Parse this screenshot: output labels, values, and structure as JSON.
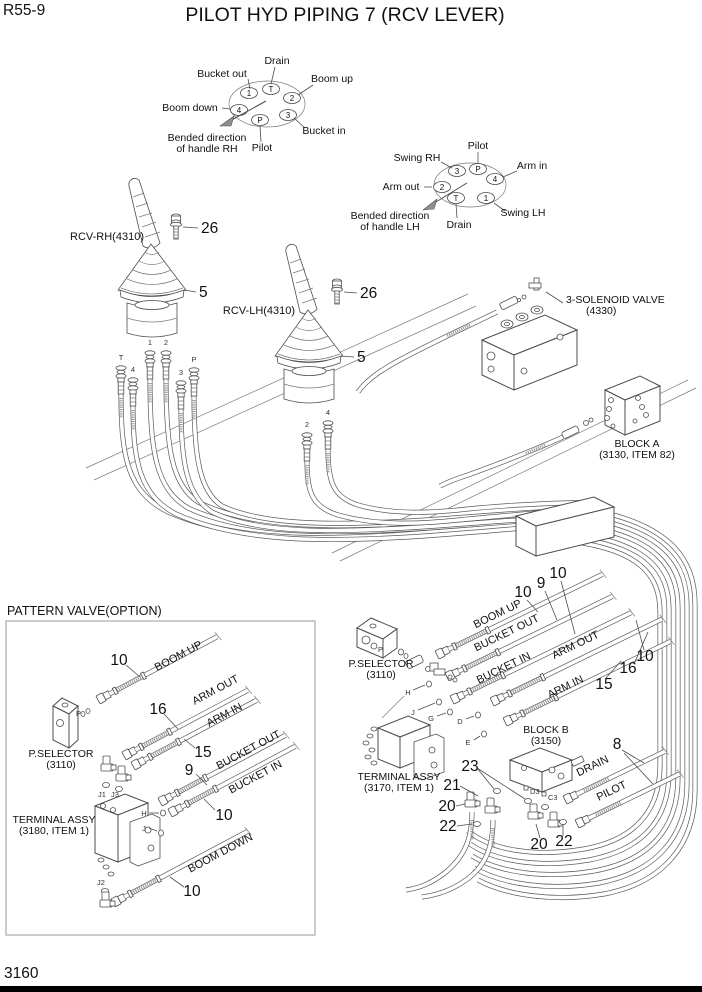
{
  "colors": {
    "line": "#4d4d4d",
    "footer_bar": "#000000"
  },
  "header": {
    "doc_code": "R55-9",
    "title": "PILOT HYD PIPING 7 (RCV LEVER)"
  },
  "footer": {
    "page_number": "3160"
  },
  "rh_diagram": {
    "port_1": "1",
    "port_t": "T",
    "port_2": "2",
    "port_4": "4",
    "port_3": "3",
    "port_p": "P",
    "drain": "Drain",
    "bucket_out": "Bucket out",
    "boom_up": "Boom up",
    "boom_down": "Boom down",
    "bucket_in": "Bucket in",
    "pilot": "Pilot",
    "bended_line1": "Bended direction",
    "bended_line2": "of handle RH"
  },
  "lh_diagram": {
    "port_3": "3",
    "port_p": "P",
    "port_4": "4",
    "port_2": "2",
    "port_t": "T",
    "port_1": "1",
    "pilot": "Pilot",
    "swing_rh": "Swing RH",
    "arm_in": "Arm in",
    "arm_out": "Arm out",
    "swing_lh": "Swing LH",
    "drain": "Drain",
    "bended_line1": "Bended direction",
    "bended_line2": "of handle LH"
  },
  "rcv_rh": {
    "label": "RCV-RH(4310)",
    "bolt_callout": "26",
    "boot_callout": "5",
    "ports": [
      "T",
      "4",
      "1",
      "2",
      "3",
      "P"
    ]
  },
  "rcv_lh": {
    "label": "RCV-LH(4310)",
    "bolt_callout": "26",
    "boot_callout": "5",
    "ports": [
      "2",
      "4"
    ]
  },
  "solenoid_valve": {
    "name": "3-SOLENOID VALVE",
    "ref": "(4330)"
  },
  "block_a": {
    "name": "BLOCK A",
    "ref": "(3130, ITEM 82)"
  },
  "main_group": {
    "p_selector": {
      "name": "P.SELECTOR",
      "ref": "(3110)",
      "port": "P"
    },
    "terminal_assy": {
      "name": "TERMINAL ASSY",
      "ref": "(3170, ITEM 1)"
    },
    "block_b": {
      "name": "BLOCK B",
      "ref": "(3150)",
      "port_d3": "D3",
      "port_c3": "C3"
    },
    "hose_labels": {
      "boom_up": "BOOM UP",
      "bucket_out": "BUCKET OUT",
      "bucket_in": "BUCKET IN",
      "arm_out": "ARM OUT",
      "arm_in": "ARM IN",
      "drain": "DRAIN",
      "pilot": "PILOT"
    },
    "callouts": {
      "c10_top": "10",
      "c9_top": "9",
      "c10_top2": "10",
      "c10_right": "10",
      "c16": "16",
      "c15": "15",
      "c8": "8",
      "c23": "23",
      "c21": "21",
      "c20_left": "20",
      "c22_left": "22",
      "c20_bottom": "20",
      "c22_bottom": "22"
    },
    "port_letters": {
      "h": "H",
      "j": "J",
      "g": "G",
      "d": "D",
      "e": "E"
    }
  },
  "pattern_valve": {
    "title": "PATTERN VALVE(OPTION)",
    "p_selector": {
      "name": "P.SELECTOR",
      "ref": "(3110)",
      "port": "P"
    },
    "terminal_assy": {
      "name": "TERMINAL ASSY",
      "ref": "(3180, ITEM 1)"
    },
    "hose_labels": {
      "boom_up": "BOOM UP",
      "arm_out": "ARM OUT",
      "arm_in": "ARM IN",
      "bucket_out": "BUCKET OUT",
      "bucket_in": "BUCKET IN",
      "boom_down": "BOOM DOWN"
    },
    "callouts": {
      "c10_boom_up": "10",
      "c16": "16",
      "c15": "15",
      "c9": "9",
      "c10_bucket_in": "10",
      "c10_boom_down": "10"
    },
    "port_letters": {
      "j1": "J1",
      "j3": "J3",
      "h": "H",
      "j": "J",
      "j2": "J2"
    }
  }
}
